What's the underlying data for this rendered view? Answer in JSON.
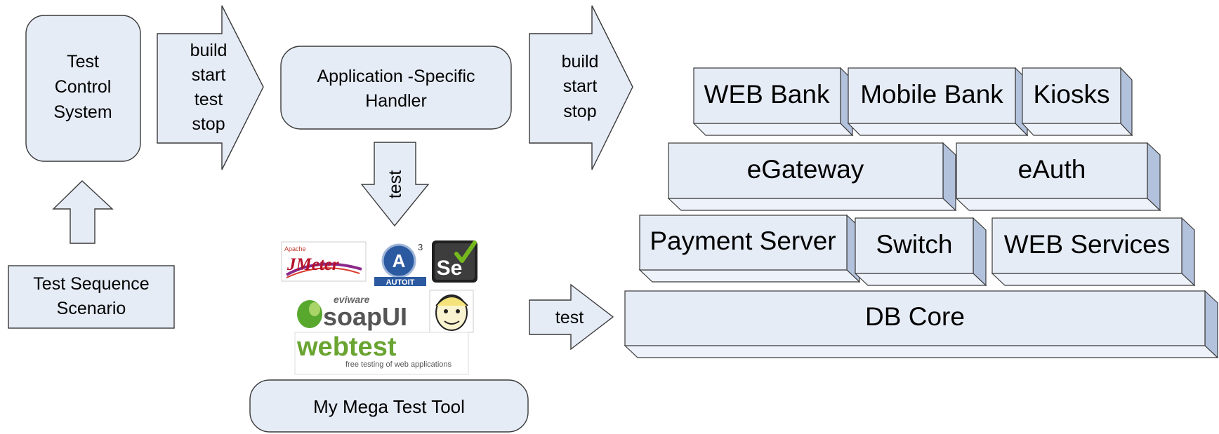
{
  "colors": {
    "box_fill": "#e6ecf6",
    "box_top": "#eef2fa",
    "box_side": "#b3c2dc",
    "outline": "#3a3a3a",
    "background": "#ffffff"
  },
  "control": {
    "test_control_system": [
      "Test",
      "Control",
      "System"
    ],
    "scenario": [
      "Test Sequence",
      "Scenario"
    ],
    "handler": [
      "Application -Specific",
      "Handler"
    ],
    "tool": "My Mega Test Tool"
  },
  "arrows": {
    "to_handler": [
      "build",
      "start",
      "test",
      "stop"
    ],
    "to_system": [
      "build",
      "start",
      "stop"
    ],
    "down_test": "test",
    "to_db_test": "test"
  },
  "logos": {
    "jmeter_small": "Apache",
    "jmeter": "JMeter",
    "autoit": "AUTOIT",
    "autoit_sup": "3",
    "selenium": "Se",
    "soapui_small": "eviware",
    "soapui": "soapUI",
    "webtest": "webtest",
    "webtest_tagline": "free testing of web applications"
  },
  "system": {
    "row1": [
      "WEB Bank",
      "Mobile Bank",
      "Kiosks"
    ],
    "row2": [
      "eGateway",
      "eAuth"
    ],
    "row3": [
      "Payment Server",
      "Switch",
      "WEB Services"
    ],
    "row4": [
      "DB Core"
    ]
  }
}
